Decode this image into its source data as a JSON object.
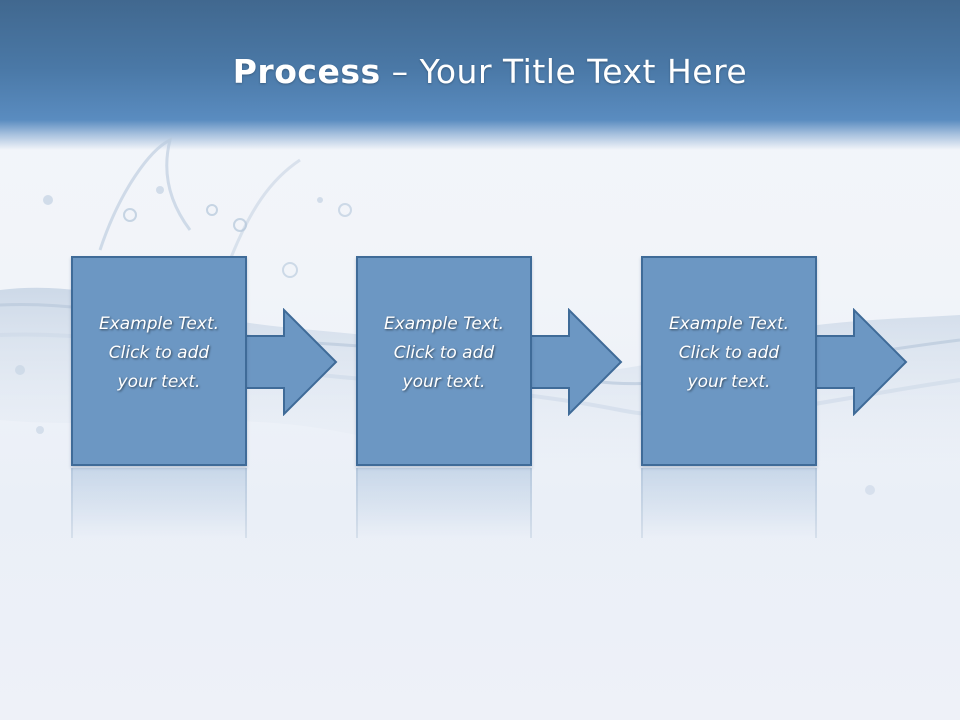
{
  "slide": {
    "title_bold": "Process",
    "title_rest": " – Your Title Text Here",
    "steps": [
      {
        "line1": "Example Text.",
        "line2": "Click  to add",
        "line3": "your text."
      },
      {
        "line1": "Example Text.",
        "line2": "Click  to add",
        "line3": "your text."
      },
      {
        "line1": "Example Text.",
        "line2": "Click  to add",
        "line3": "your text."
      }
    ]
  },
  "colors": {
    "title_bar": "#4a78a6",
    "step_fill": "#6c97c3",
    "step_border": "#3f6b98",
    "text": "#ffffff"
  },
  "icons": [
    "right-arrow-icon",
    "water-splash-image"
  ]
}
